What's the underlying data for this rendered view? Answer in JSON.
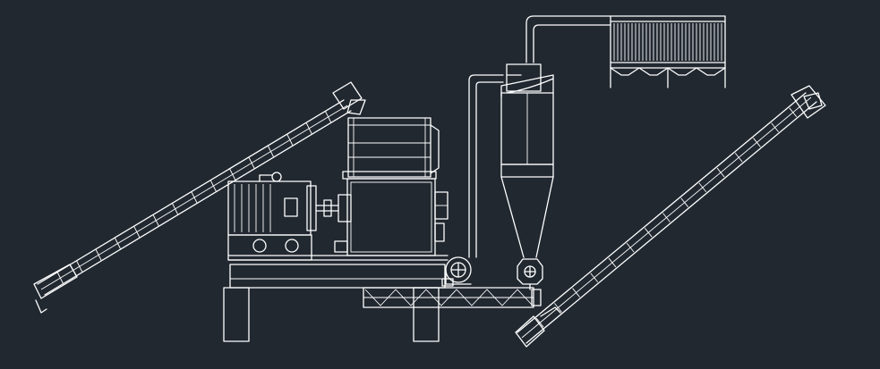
{
  "canvas": {
    "background": "#212830",
    "line_color": "#ffffff"
  },
  "components": [
    {
      "id": "left-inclined-screw-conveyor",
      "icon": "screw-conveyor-icon"
    },
    {
      "id": "hammer-mill-hopper",
      "icon": "hopper-icon"
    },
    {
      "id": "electric-motor",
      "icon": "motor-icon"
    },
    {
      "id": "hammer-mill-housing",
      "icon": "mill-icon"
    },
    {
      "id": "machine-base-frame",
      "icon": "frame-icon"
    },
    {
      "id": "bottom-screw-conveyor",
      "icon": "screw-conveyor-icon"
    },
    {
      "id": "suction-fan",
      "icon": "fan-icon"
    },
    {
      "id": "cyclone-separator",
      "icon": "cyclone-icon"
    },
    {
      "id": "rotary-airlock-valve",
      "icon": "valve-icon"
    },
    {
      "id": "pulse-bag-dust-collector",
      "icon": "filter-icon"
    },
    {
      "id": "right-inclined-screw-conveyor",
      "icon": "screw-conveyor-icon"
    }
  ]
}
